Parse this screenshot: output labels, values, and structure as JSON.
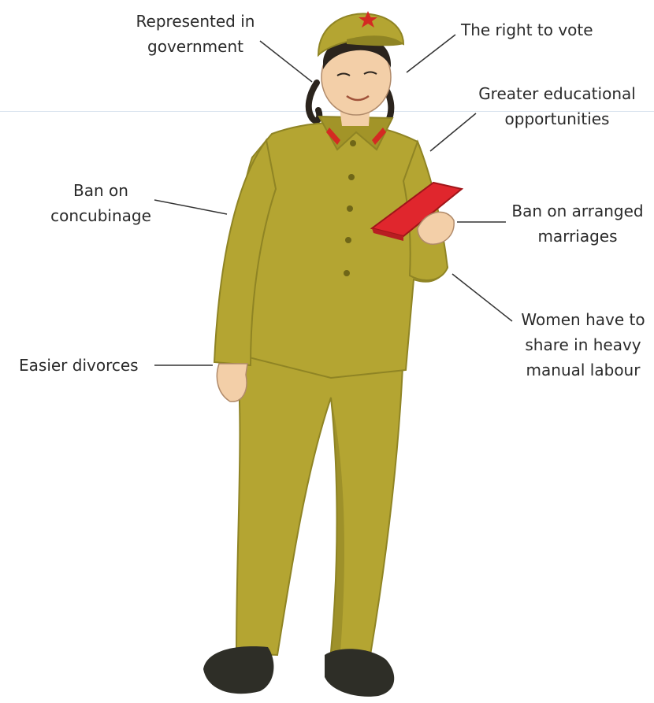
{
  "labels": {
    "government": [
      "Represented in",
      "government"
    ],
    "vote": [
      "The right to vote"
    ],
    "education": [
      "Greater educational",
      "opportunities"
    ],
    "concubinage": [
      "Ban on",
      "concubinage"
    ],
    "arranged": [
      "Ban on arranged",
      "marriages"
    ],
    "labour": [
      "Women have to",
      "share in heavy",
      "manual labour"
    ],
    "divorce": [
      "Easier divorces"
    ]
  },
  "colors": {
    "uniform": "#b4a532",
    "uniform_shadow": "#8f8424",
    "book": "#e0262d",
    "collar_tab": "#d42a22",
    "star": "#d42a22",
    "skin": "#f3cfa8",
    "hair": "#2b241d",
    "shoe": "#2e2e27"
  },
  "icons": [
    "red-star-icon"
  ]
}
